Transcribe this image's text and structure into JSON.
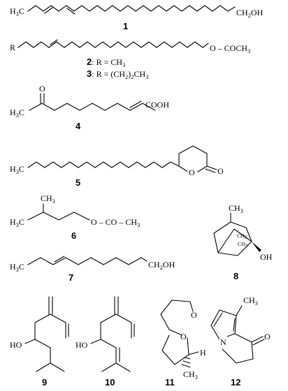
{
  "compounds": [
    {
      "number": "1",
      "groups": [
        "H3C",
        "CH2OH"
      ]
    },
    {
      "number": "2",
      "formula": "2: R = CH3"
    },
    {
      "number": "3",
      "formula": "3: R = (CH2)2CH3"
    },
    {
      "number": "4",
      "groups": [
        "O",
        "H3C",
        "COOH"
      ]
    },
    {
      "number": "5",
      "groups": [
        "H3C",
        "O",
        "O"
      ]
    },
    {
      "number": "6",
      "groups": [
        "CH3",
        "H3C",
        "O - CO - CH3"
      ]
    },
    {
      "number": "7",
      "groups": [
        "H3C",
        "CH2OH"
      ]
    },
    {
      "number": "8",
      "groups": [
        "CH3",
        "CH3",
        "CH3",
        "OH"
      ]
    },
    {
      "number": "9",
      "groups": [
        "HO"
      ]
    },
    {
      "number": "10",
      "groups": [
        "HO"
      ]
    },
    {
      "number": "11",
      "groups": [
        "O",
        "O",
        "H",
        "CH3"
      ]
    },
    {
      "number": "12",
      "groups": [
        "CH3",
        "N",
        "O"
      ]
    }
  ],
  "chain_2_3": {
    "r_group": "R",
    "ester": "O - COCH3"
  }
}
